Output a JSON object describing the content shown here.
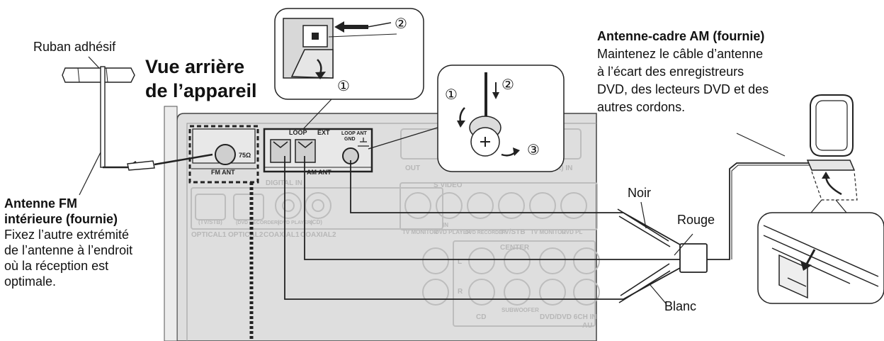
{
  "title": {
    "line1": "Vue arrière",
    "line2": "de l’appareil"
  },
  "tape": {
    "label": "Ruban adhésif"
  },
  "fm_antenna": {
    "title_line1": "Antenne FM",
    "title_line2": "intérieure (fournie)",
    "desc_lines": [
      "Fixez l’autre extrémité",
      "de l’antenne à l’endroit",
      "où la réception est",
      "optimale."
    ]
  },
  "am_antenna": {
    "title": "Antenne-cadre AM (fournie)",
    "desc_lines": [
      "Maintenez le câble d’antenne",
      "à l’écart des enregistreurs",
      "DVD, des lecteurs DVD et des",
      "autres cordons."
    ]
  },
  "wires": {
    "black": "Noir",
    "red": "Rouge",
    "white": "Blanc"
  },
  "steps": {
    "one": "①",
    "two": "②",
    "three": "③"
  },
  "panel_labels": {
    "fm_ant": "FM ANT",
    "ohm": "75Ω",
    "loop": "LOOP",
    "ext": "EXT",
    "am_ant": "AM ANT",
    "loop_ant": "LOOP ANT",
    "gnd": "GND",
    "out": "OUT",
    "r_in": "R) IN",
    "digital_in": "DIGITAL IN",
    "tv_stb": "(TV/STB)",
    "dvd_recorder_paren": "(DVD RECORDER)",
    "dvd_player_paren": "(DVD PLAYER)",
    "cd_paren": "(CD)",
    "optical1": "OPTICAL1",
    "optical2": "OPTICAL2",
    "coaxial1": "COAXIAL1",
    "coaxial2": "COAXIAL2",
    "s_video": "S VIDEO",
    "in": "IN",
    "tv_monitor": "TV MONITOR",
    "dvd_player": "DVD PLAYER",
    "dvd_recorder": "DVD RECORDER",
    "tv_stb2": "TV/STB",
    "tv_monitor2": "TV MONITOR",
    "dvd_pl": "DVD PL",
    "center": "CENTER",
    "cd": "CD",
    "subwoofer": "SUBWOOFER",
    "dvd_6ch": "DVD/DVD 6CH IN",
    "r": "R",
    "l": "L",
    "au": "AU"
  }
}
